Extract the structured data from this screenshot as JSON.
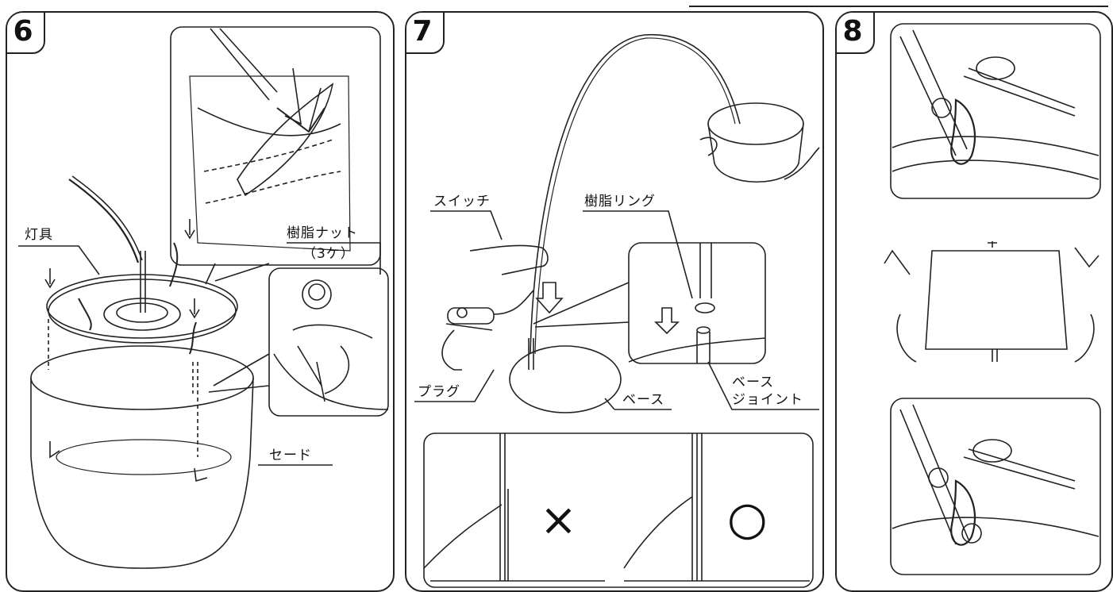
{
  "steps": [
    {
      "number": "6",
      "labels": {
        "lamp_body": "灯具",
        "resin_nut": "樹脂ナット",
        "resin_nut_qty": "（3ケ）",
        "shade": "セード"
      }
    },
    {
      "number": "7",
      "labels": {
        "switch": "スイッチ",
        "plug": "プラグ",
        "resin_ring": "樹脂リング",
        "base": "ベース",
        "base_joint_line1": "ベース",
        "base_joint_line2": "ジョイント",
        "wrong_mark": "×",
        "correct_mark": "○"
      }
    },
    {
      "number": "8"
    }
  ],
  "colors": {
    "line": "#222222",
    "background": "#ffffff"
  }
}
